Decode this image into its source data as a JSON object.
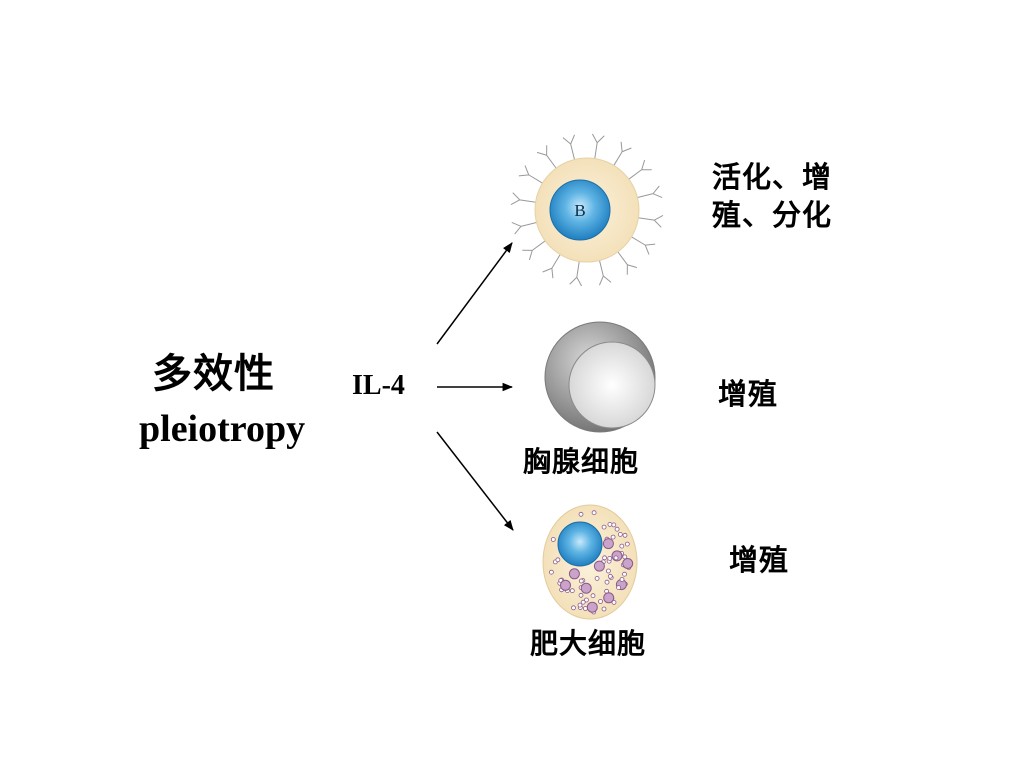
{
  "chart_data": {
    "type": "diagram",
    "title_cn": "多效性",
    "title_en": "pleiotropy",
    "source": "IL-4",
    "targets": [
      {
        "cell": "B",
        "effect": "活化、增殖、分化"
      },
      {
        "cell": "胸腺细胞",
        "effect": "增殖"
      },
      {
        "cell": "肥大细胞",
        "effect": "增殖"
      }
    ]
  },
  "colors": {
    "cytoplasm": "#f7e9cc",
    "nucleus": "#2f8fcd",
    "nucleus_light": "#9fd2f0",
    "thymus_outer": "#8a8a8a",
    "thymus_inner": "#e6e6e6",
    "granule": "#b07ab0"
  },
  "icons": {
    "b-cell": "b-cell-icon",
    "thymocyte": "thymocyte-icon",
    "mast-cell": "mast-cell-icon"
  }
}
